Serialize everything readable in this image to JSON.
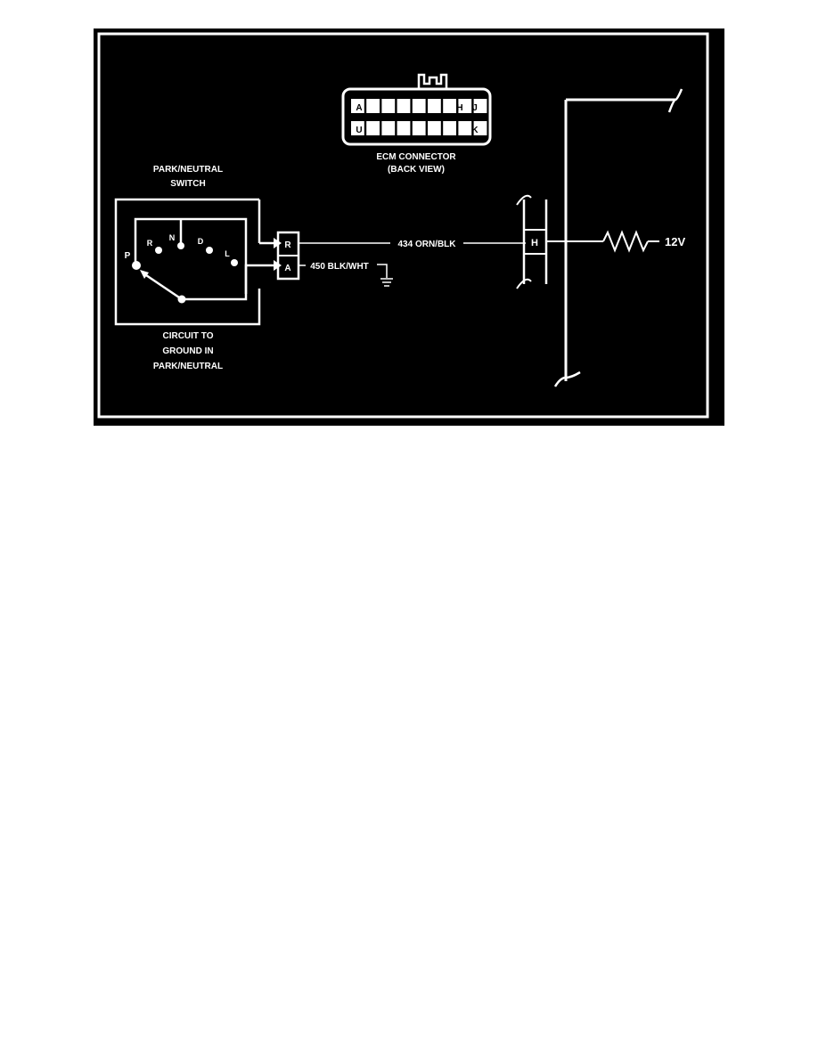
{
  "connector": {
    "title": "ECM CONNECTOR",
    "subtitle": "(BACK VIEW)",
    "top_row_left": "A",
    "top_row_h": "H",
    "top_row_j": "J",
    "bottom_row_left": "U",
    "bottom_row_k": "K"
  },
  "switch": {
    "title": "PARK/NEUTRAL",
    "subtitle": "SWITCH",
    "positions": [
      "P",
      "R",
      "N",
      "D",
      "L"
    ],
    "caption_line1": "CIRCUIT TO",
    "caption_line2": "GROUND IN",
    "caption_line3": "PARK/NEUTRAL"
  },
  "terminals": {
    "r": "R",
    "a": "A",
    "ecm_h": "H"
  },
  "wires": {
    "signal": "434 ORN/BLK",
    "ground": "450 BLK/WHT"
  },
  "supply": {
    "voltage": "12V"
  },
  "colors": {
    "background": "#000000",
    "ink": "#ffffff",
    "page": "#ffffff"
  }
}
